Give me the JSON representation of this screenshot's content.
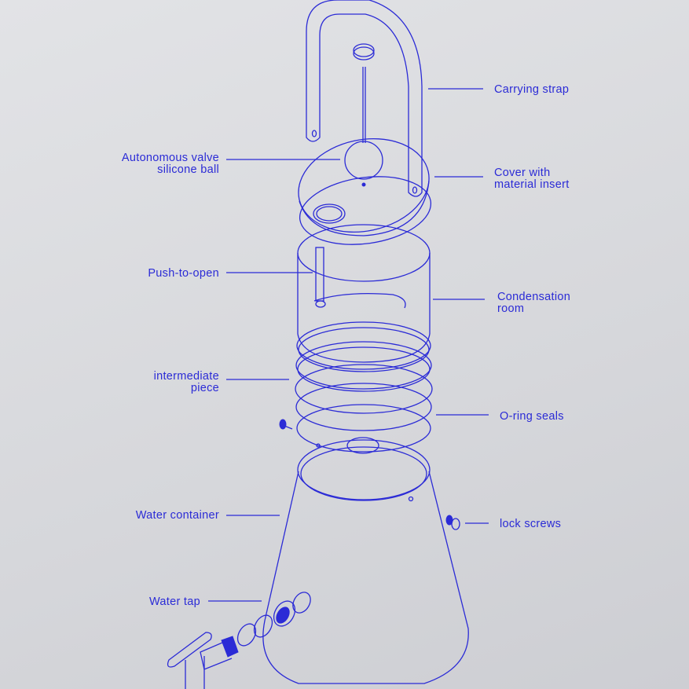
{
  "labels": {
    "carrying_strap": "Carrying strap",
    "cover_line1": "Cover with",
    "cover_line2": "material insert",
    "valve_line1": "Autonomous valve",
    "valve_line2": "silicone ball",
    "push_to_open": "Push-to-open",
    "condensation_line1": "Condensation",
    "condensation_line2": "room",
    "intermediate_line1": "intermediate",
    "intermediate_line2": "piece",
    "o_ring_seals": "O-ring seals",
    "water_container": "Water container",
    "lock_screws": "lock screws",
    "water_tap": "Water tap"
  },
  "colors": {
    "line": "#2b2bd6",
    "background": "#dcdde0"
  }
}
